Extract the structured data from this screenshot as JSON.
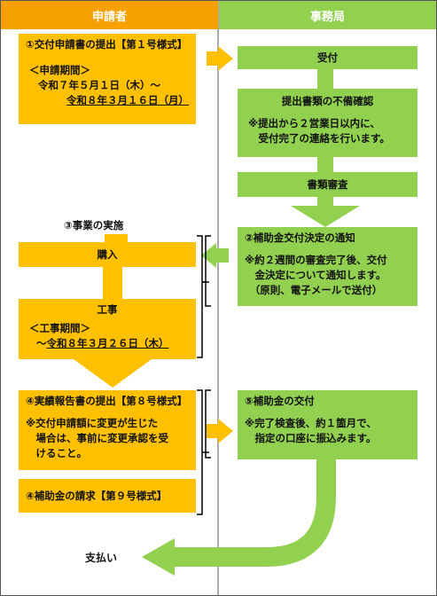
{
  "headers": {
    "applicant": "申請者",
    "office": "事務局"
  },
  "applicant": {
    "step1": {
      "title": "①交付申請書の提出【第１号様式】",
      "period_label": "＜申請期間＞",
      "period_start": "令和７年５月１日（木）～",
      "period_end": "令和８年３月１６日（月）"
    },
    "step3": {
      "label": "③事業の実施",
      "purchase": "購入",
      "construction": "工事",
      "period_label": "＜工事期間＞",
      "period_prefix": "～",
      "period_end": "令和８年３月２６日（木）"
    },
    "step4": {
      "title": "④実績報告書の提出【第８号様式】",
      "note": "※交付申請額に変更が生じた\n　場合は、事前に変更承認を受\n　けること。",
      "claim": "④補助金の請求【第９号様式】"
    },
    "payment": "支払い"
  },
  "office": {
    "reception": "受付",
    "check": {
      "title": "提出書類の不備確認",
      "note": "※提出から２営業日以内に、\n　受付完了の連絡を行います。"
    },
    "review": "書類審査",
    "step2": {
      "title": "②補助金交付決定の通知",
      "note": "※約２週間の審査完了後、交付\n　金決定について通知します。\n　（原則、電子メールで送付）"
    },
    "step5": {
      "title": "⑤補助金の交付",
      "note": "※完了検査後、約１箇月で、\n　指定の口座に振込みます。"
    }
  },
  "colors": {
    "applicant_header": "#F7A100",
    "office_header": "#92D050",
    "orange_box": "#FFC000",
    "green_box": "#92D050",
    "orange_arrow": "#FFC000",
    "green_arrow": "#92D050"
  }
}
